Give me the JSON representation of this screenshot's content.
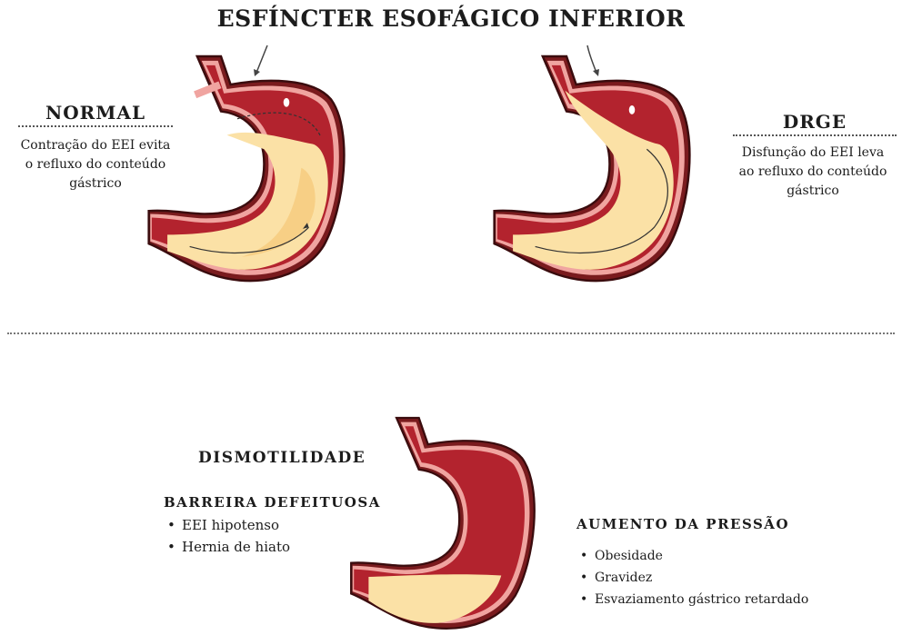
{
  "title": "ESFÍNCTER ESOFÁGICO INFERIOR",
  "normal": {
    "heading": "NORMAL",
    "description": [
      "Contração do EEI evita",
      "o refluxo do conteúdo",
      "gástrico"
    ]
  },
  "drge": {
    "heading": "DRGE",
    "description": [
      "Disfunção do EEI leva",
      "ao refluxo do conteúdo",
      "gástrico"
    ]
  },
  "dismotilidade": "DISMOTILIDADE",
  "barreira": {
    "heading": "BARREIRA DEFEITUOSA",
    "items": [
      "EEI hipotenso",
      "Hernia de hiato"
    ]
  },
  "pressao": {
    "heading": "AUMENTO DA PRESSÃO",
    "items": [
      "Obesidade",
      "Gravidez",
      "Esvaziamento gástrico retardado"
    ]
  },
  "colors": {
    "wall_outer": "#7a1b1e",
    "wall_pink": "#f0a4a0",
    "interior_red": "#b3232e",
    "content_cream": "#fbe1a6",
    "content_dark": "#f7cf85"
  },
  "icons": [
    "stomach-normal-illustration",
    "stomach-drge-illustration",
    "stomach-dysmotility-illustration",
    "pointer-arrow-icon"
  ]
}
